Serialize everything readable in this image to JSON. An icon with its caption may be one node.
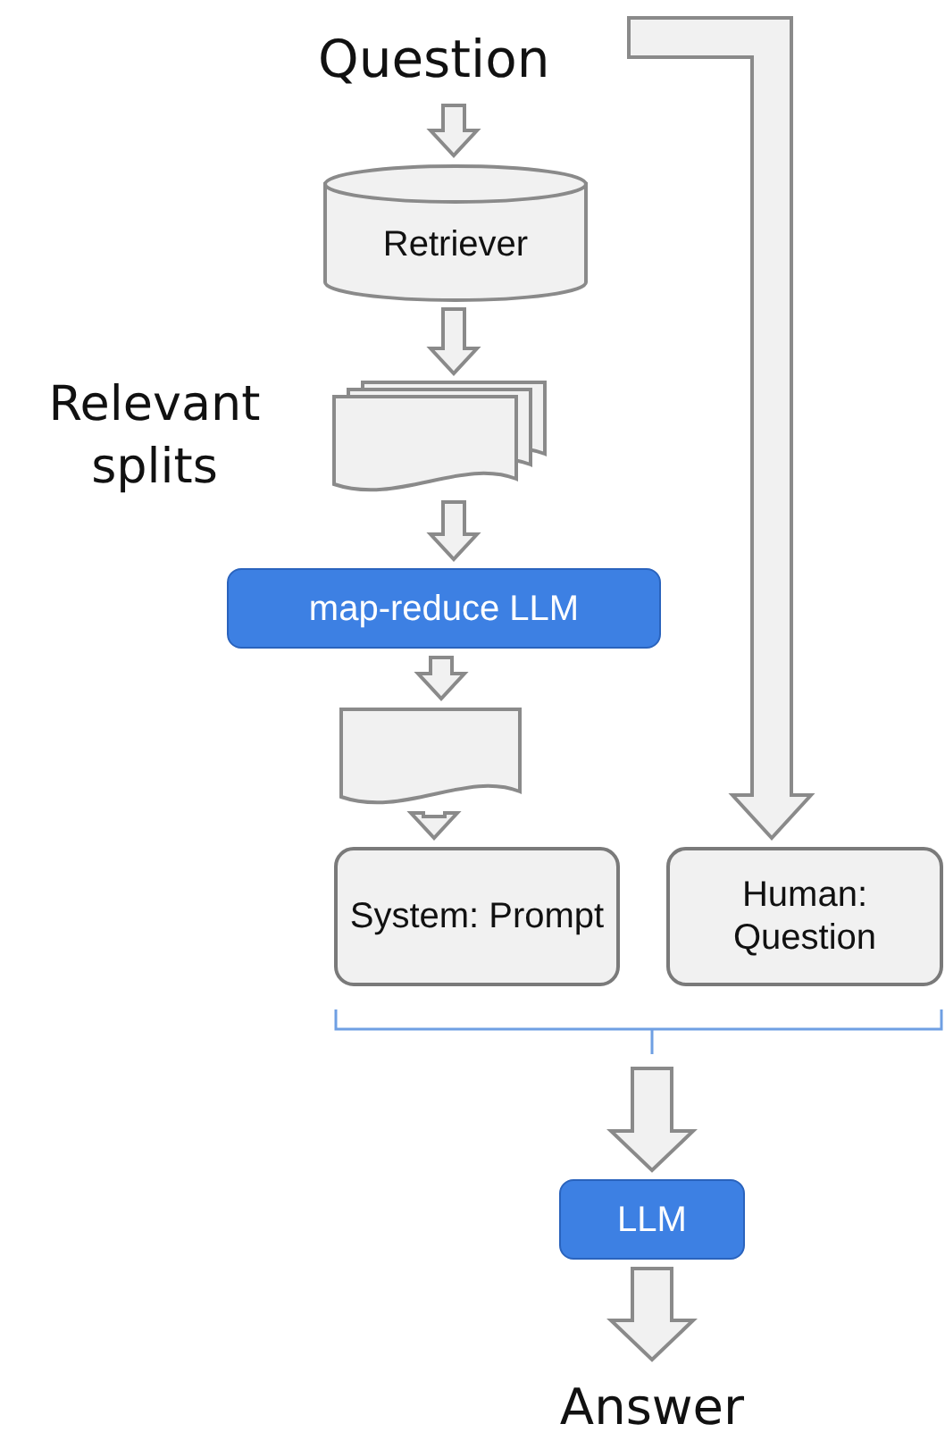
{
  "diagram": {
    "nodes": [
      {
        "text": [
          "Question"
        ]
      },
      {
        "text": [
          "Retriever"
        ]
      },
      {
        "text": [],
        "shape": "documents",
        "beside": [
          "Relevant splits"
        ]
      },
      {
        "text": [
          "map-reduce LLM"
        ]
      },
      {
        "text": [],
        "shape": "document"
      },
      {
        "text": [
          "System: Prompt"
        ]
      },
      {
        "text": [
          "Human: Question"
        ]
      },
      {
        "text": [
          "LLM"
        ]
      },
      {
        "text": [
          "Answer"
        ]
      }
    ],
    "edges": [
      {
        "from": 0,
        "to": 1,
        "arrow": "to"
      },
      {
        "from": 1,
        "to": 2,
        "arrow": "to"
      },
      {
        "from": 2,
        "to": 3,
        "arrow": "to"
      },
      {
        "from": 3,
        "to": 4,
        "arrow": "to"
      },
      {
        "from": 4,
        "to": 5,
        "arrow": "to"
      },
      {
        "from": 0,
        "to": 6,
        "arrow": "to"
      },
      {
        "from": null,
        "to": 7,
        "arrow": "to"
      },
      {
        "from": 7,
        "to": 8,
        "arrow": "to"
      }
    ]
  }
}
